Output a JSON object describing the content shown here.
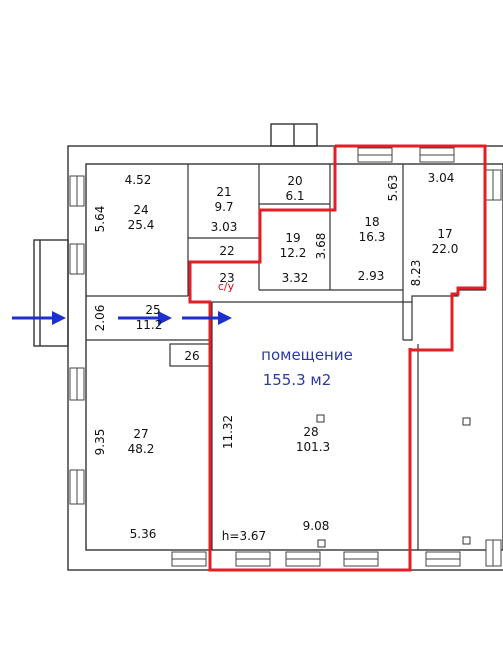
{
  "rooms": [
    {
      "no": "24",
      "area": "25.4"
    },
    {
      "no": "21",
      "area": "9.7"
    },
    {
      "no": "20",
      "area": "6.1"
    },
    {
      "no": "19",
      "area": "12.2"
    },
    {
      "no": "18",
      "area": "16.3"
    },
    {
      "no": "17",
      "area": "22.0"
    },
    {
      "no": "22"
    },
    {
      "no": "23"
    },
    {
      "no": "25",
      "area": "11.2"
    },
    {
      "no": "26"
    },
    {
      "no": "27",
      "area": "48.2"
    },
    {
      "no": "28",
      "area": "101.3"
    }
  ],
  "dims": {
    "d_4_52": "4.52",
    "d_5_64": "5.64",
    "d_3_03": "3.03",
    "d_3_68": "3.68",
    "d_3_32": "3.32",
    "d_5_63": "5.63",
    "d_3_04": "3.04",
    "d_2_93": "2.93",
    "d_8_23": "8.23",
    "d_2_06": "2.06",
    "d_9_35": "9.35",
    "d_5_36": "5.36",
    "d_11_32": "11.32",
    "d_9_08": "9.08",
    "height": "h=3.67"
  },
  "wc_label": "с/у",
  "premises": {
    "title": "помещение",
    "area": "155.3 м2",
    "outline_color": "#e31e24"
  },
  "colors": {
    "arrow": "#1e2fcf",
    "wall": "#333333"
  }
}
